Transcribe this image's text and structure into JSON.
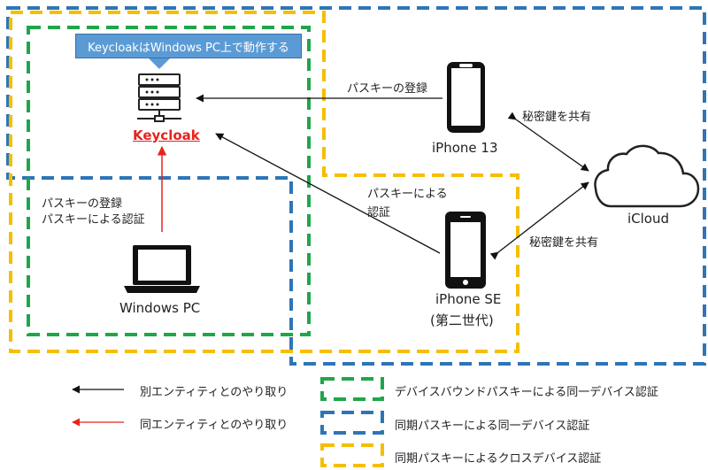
{
  "callout": "KeycloakはWindows PC上で動作する",
  "nodes": {
    "keycloak": "Keycloak",
    "windows_pc": "Windows PC",
    "iphone13": "iPhone 13",
    "iphonese_line1": "iPhone SE",
    "iphonese_line2": "(第二世代)",
    "icloud": "iCloud"
  },
  "edge_labels": {
    "iphone13_register": "パスキーの登録",
    "iphonese_auth_line1": "パスキーによる",
    "iphonese_auth_line2": "認証",
    "share_iphone13": "秘密鍵を共有",
    "share_iphonese": "秘密鍵を共有",
    "pc_register": "パスキーの登録",
    "pc_auth": "パスキーによる認証"
  },
  "legend": {
    "black_arrow": "別エンティティとのやり取り",
    "red_arrow": "同エンティティとのやり取り",
    "green_box": "デバイスバウンドパスキーによる同一デバイス認証",
    "blue_box": "同期パスキーによる同一デバイス認証",
    "yellow_box": "同期パスキーによるクロスデバイス認証"
  },
  "colors": {
    "green": "#1fa64a",
    "blue": "#2e75b6",
    "yellow": "#f6be00",
    "red": "#e8231d",
    "callout": "#5b9bd5"
  }
}
